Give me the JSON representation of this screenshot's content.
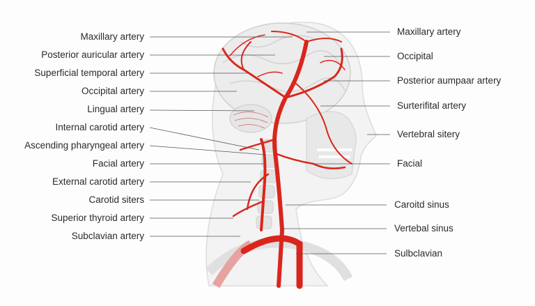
{
  "left_labels": [
    "Maxillary artery",
    "Posterior auricular artery",
    "Superficial temporal artery",
    "Occipital artery",
    "Lingual artery",
    "Internal carotid artery",
    "Ascending pharyngeal artery",
    "Facial artery",
    "External carotid artery",
    "Carotid siters",
    "Superior thyroid artery",
    "Subclavian artery"
  ],
  "right_labels": [
    "Maxillary artery",
    "Occipital",
    "Posterior aumpaar artery",
    "Surterifital artery",
    "Vertebral sitery",
    "Facial",
    "Caroitd sinus",
    "Vertebal sinus",
    "Sulbclavian"
  ],
  "colors": {
    "artery": "#d9261c",
    "outline": "#d8d8d8",
    "leader": "#555555"
  }
}
